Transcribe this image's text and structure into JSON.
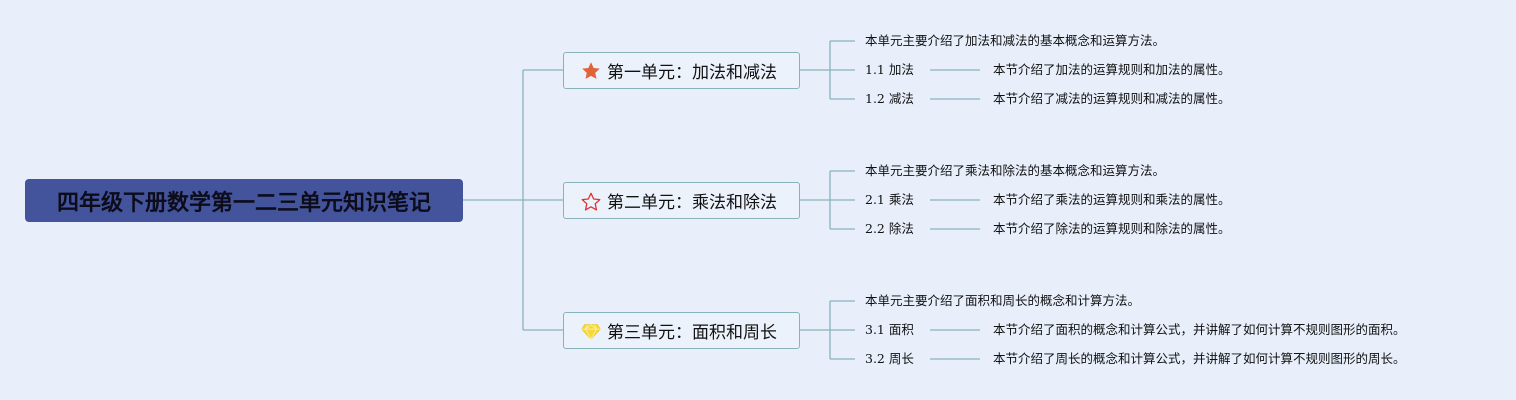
{
  "root": {
    "title": "四年级下册数学第一二三单元知识笔记"
  },
  "colors": {
    "root_bg": "#44549c",
    "line": "#88b3bb",
    "unit_border": "#88b3bb",
    "star_filled": "#e0633a",
    "star_outline": "#e0312f",
    "diamond": "#f5d93a"
  },
  "units": [
    {
      "title": "第一单元：加法和减法",
      "icon": "star-filled-icon",
      "summary": "本单元主要介绍了加法和减法的基本概念和运算方法。",
      "sections": [
        {
          "label": "1.1 加法",
          "detail": "本节介绍了加法的运算规则和加法的属性。"
        },
        {
          "label": "1.2 减法",
          "detail": "本节介绍了减法的运算规则和减法的属性。"
        }
      ]
    },
    {
      "title": "第二单元：乘法和除法",
      "icon": "star-outline-icon",
      "summary": "本单元主要介绍了乘法和除法的基本概念和运算方法。",
      "sections": [
        {
          "label": "2.1 乘法",
          "detail": "本节介绍了乘法的运算规则和乘法的属性。"
        },
        {
          "label": "2.2 除法",
          "detail": "本节介绍了除法的运算规则和除法的属性。"
        }
      ]
    },
    {
      "title": "第三单元：面积和周长",
      "icon": "diamond-icon",
      "summary": "本单元主要介绍了面积和周长的概念和计算方法。",
      "sections": [
        {
          "label": "3.1 面积",
          "detail": "本节介绍了面积的概念和计算公式，并讲解了如何计算不规则图形的面积。"
        },
        {
          "label": "3.2 周长",
          "detail": "本节介绍了周长的概念和计算公式，并讲解了如何计算不规则图形的周长。"
        }
      ]
    }
  ]
}
